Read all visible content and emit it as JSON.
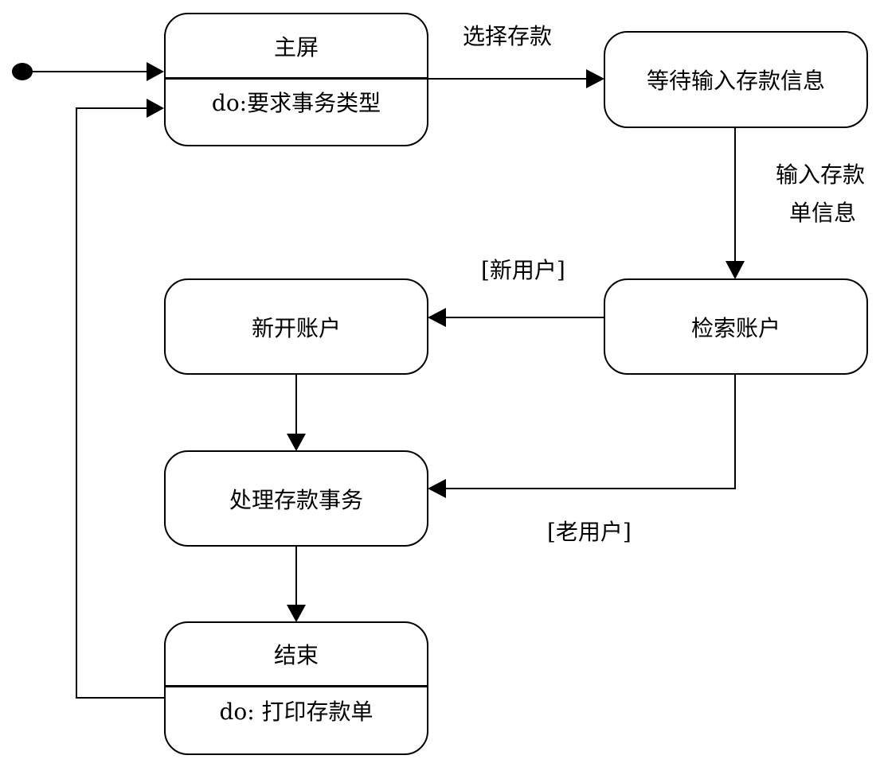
{
  "states": {
    "main_screen": {
      "title": "主屏",
      "activity": "do:要求事务类型"
    },
    "wait_deposit_info": {
      "title": "等待输入存款信息"
    },
    "search_account": {
      "title": "检索账户"
    },
    "open_account": {
      "title": "新开账户"
    },
    "process_deposit": {
      "title": "处理存款事务"
    },
    "end": {
      "title": "结束",
      "activity": "do:  打印存款单"
    }
  },
  "transitions": {
    "select_deposit": "选择存款",
    "input_deposit_info_line1": "输入存款",
    "input_deposit_info_line2": "单信息",
    "new_user": "[新用户]",
    "old_user": "[老用户]"
  }
}
